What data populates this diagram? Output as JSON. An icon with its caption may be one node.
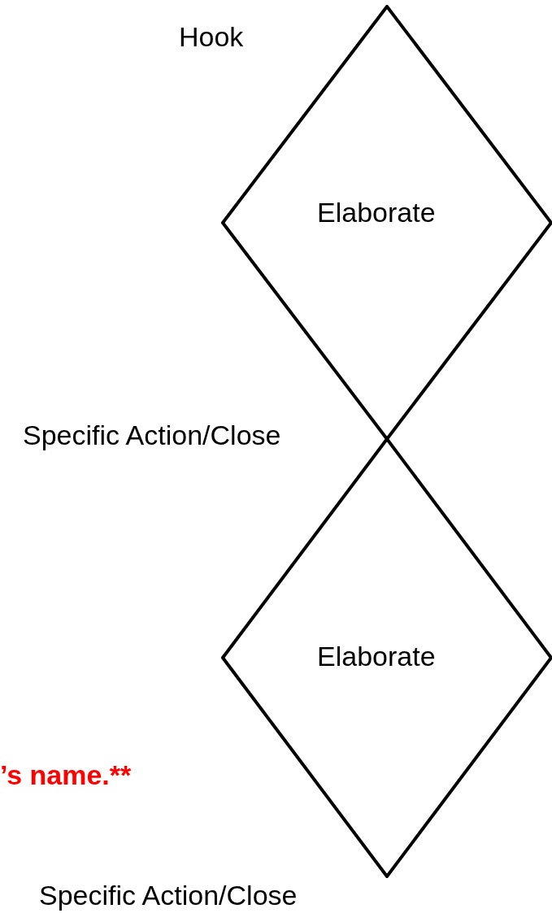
{
  "diagram": {
    "nodes": [
      {
        "text": [
          "Elaborate"
        ]
      },
      {
        "text": [
          "Elaborate"
        ]
      }
    ],
    "labels": [
      "Hook",
      "Specific Action/Close",
      "’s name.**",
      "Specific Action/Close"
    ]
  }
}
